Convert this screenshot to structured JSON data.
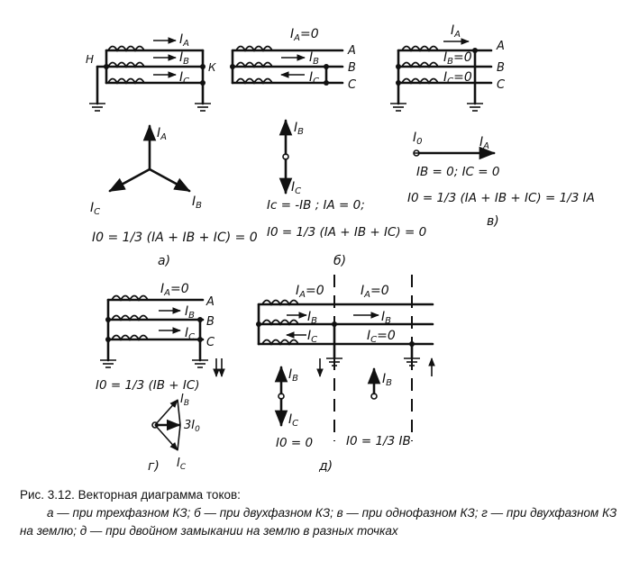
{
  "labels": {
    "IA": "I",
    "IA_sub": "A",
    "IB": "I",
    "IB_sub": "B",
    "IC": "I",
    "IC_sub": "C",
    "I0": "I",
    "I0_sub": "0",
    "phaseA": "A",
    "phaseB": "B",
    "phaseC": "C",
    "N": "Н",
    "K": "К",
    "IA_eq0": "=0",
    "IB_eq0": "=0",
    "IC_eq0": "=0",
    "threeI0": "3I",
    "threeI0_sub": "0"
  },
  "formulas": {
    "a": "I₀ = ⅓ (Iₐ + Iʙ + I꜀) = 0",
    "a_text": "I0 = 1/3 (IA + IB + IC) = 0",
    "b1": "Ic = -IB ; IA = 0;",
    "b2": "I0 = 1/3 (IA + IB + IC) = 0",
    "v1": "IB = 0; IC = 0",
    "v2": "I0 = 1/3 (IA + IB + IC) = 1/3 IA",
    "g": "I0 = 1/3 (IB + IC)",
    "d1": "I0 = 0",
    "d2": "I0 = 1/3 IB"
  },
  "subfig": {
    "a": "а)",
    "b": "б)",
    "v": "в)",
    "g": "г)",
    "d": "д)"
  },
  "caption": {
    "title": "Рис. 3.12. Векторная диаграмма токов:",
    "body": "а — при трехфазном КЗ; б — при двухфазном КЗ; в — при однофазном КЗ; г — при двухфазном КЗ на землю; д — при двойном замыкании на землю в разных точках"
  }
}
